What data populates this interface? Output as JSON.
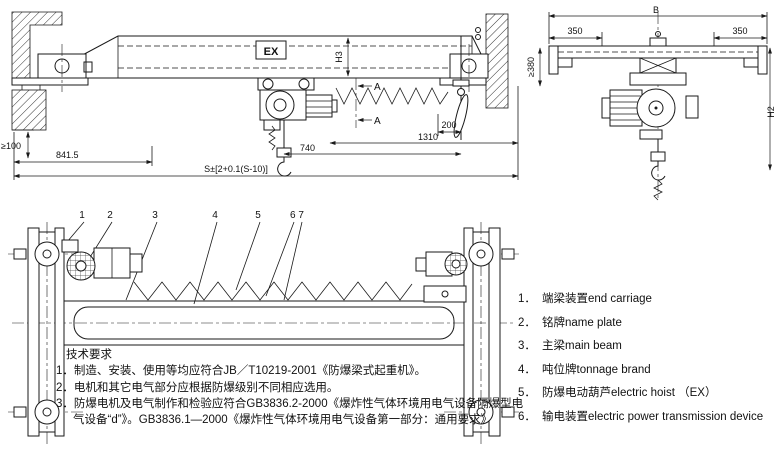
{
  "front_view": {
    "ex_label": "EX",
    "section_label_top": "A",
    "section_label_bottom": "A",
    "dim_h3": "H3",
    "dim_min100": "≥100",
    "dim_8415": "841.5",
    "dim_span": "S±[2+0.1(S-10)]",
    "dim_200": "200",
    "dim_740": "740",
    "dim_1310": "1310"
  },
  "side_view": {
    "dim_b": "B",
    "dim_350_left": "350",
    "dim_350_right": "350",
    "dim_380": "≥380",
    "dim_h2": "H2"
  },
  "plan_view": {
    "callouts": [
      "1",
      "2",
      "3",
      "4",
      "5",
      "6 7"
    ]
  },
  "tech": {
    "title": "技术要求",
    "items": [
      "1．制造、安装、使用等均应符合JB／T10219-2001《防爆梁式起重机》。",
      "2．电机和其它电气部分应根据防爆级别不同相应选用。",
      "3．防爆电机及电气制作和检验应符合GB3836.2-2000《爆炸性气体环境用电气设备隔爆型电气设备“d”》。GB3836.1—2000《爆炸性气体环境用电气设备第一部分：通用要求》"
    ]
  },
  "legend": {
    "items": [
      {
        "num": "1．",
        "text": "端梁装置end carriage"
      },
      {
        "num": "2．",
        "text": "铭牌name plate"
      },
      {
        "num": "3．",
        "text": "主梁main beam"
      },
      {
        "num": "4．",
        "text": "吨位牌tonnage brand"
      },
      {
        "num": "5．",
        "text": "防爆电动葫芦electric hoist （EX）"
      },
      {
        "num": "6．",
        "text": "输电装置electric power transmission device"
      }
    ]
  }
}
